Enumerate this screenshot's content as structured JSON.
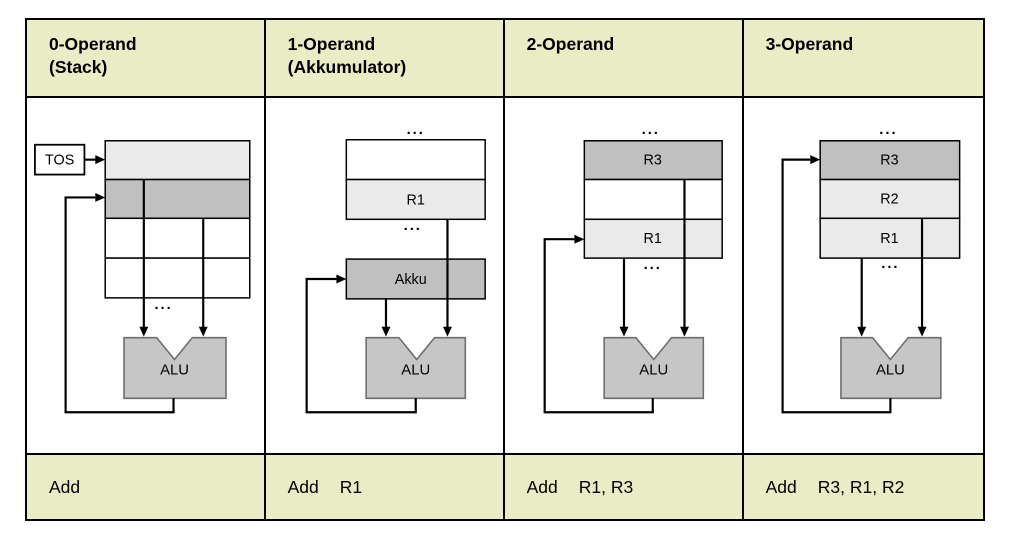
{
  "colors": {
    "header_bg": "#EAECC5",
    "cell_light": "#EAEAEA",
    "cell_dark": "#C0C0C0",
    "alu_fill": "#C6C6C6",
    "alu_border": "#6E6E6E"
  },
  "columns": [
    {
      "header_line1": "0-Operand",
      "header_line2": "(Stack)",
      "mnemonic": "Add",
      "operands": ""
    },
    {
      "header_line1": "1-Operand",
      "header_line2": "(Akkumulator)",
      "mnemonic": "Add",
      "operands": "R1"
    },
    {
      "header_line1": "2-Operand",
      "header_line2": "",
      "mnemonic": "Add",
      "operands": "R1, R3"
    },
    {
      "header_line1": "3-Operand",
      "header_line2": "",
      "mnemonic": "Add",
      "operands": "R3, R1, R2"
    }
  ],
  "diagrams": {
    "stack": {
      "tos": "TOS",
      "ellipsis_bottom": "...",
      "alu": "ALU"
    },
    "akkumulator": {
      "ellipsis_top": "...",
      "r1": "R1",
      "ellipsis_mid": "...",
      "akku": "Akku",
      "alu": "ALU"
    },
    "two_operand": {
      "ellipsis_top": "...",
      "r3": "R3",
      "r1": "R1",
      "ellipsis_bottom": "...",
      "alu": "ALU"
    },
    "three_operand": {
      "ellipsis_top": "...",
      "r3": "R3",
      "r2": "R2",
      "r1": "R1",
      "ellipsis_bottom": "...",
      "alu": "ALU"
    }
  }
}
